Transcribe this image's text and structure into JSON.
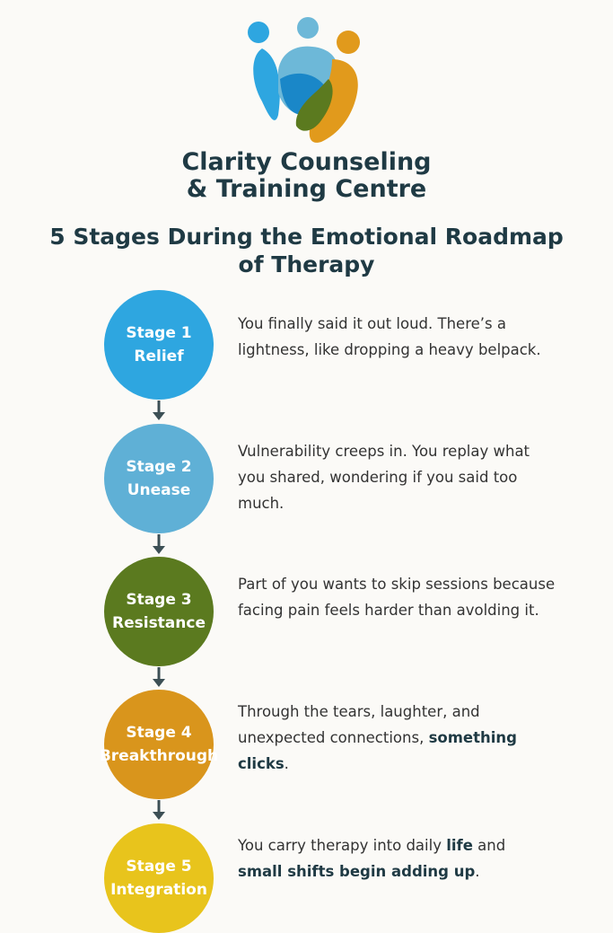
{
  "org": {
    "line1": "Clarity Counseling",
    "line2": "& Training Centre"
  },
  "title": {
    "line1": "5 Stages During the Emotional Roadmap",
    "line2": "of Therapy"
  },
  "stages": [
    {
      "num": "Stage 1",
      "name": "Relief",
      "color": "#2ea6e0",
      "desc_lines": [
        [
          {
            "text": "You finally said it out loud. There’s a"
          }
        ],
        [
          {
            "text": "lightness, like dropping a heavy belpack."
          }
        ]
      ]
    },
    {
      "num": "Stage 2",
      "name": "Unease",
      "color": "#5fb0d6",
      "desc_lines": [
        [
          {
            "text": "Vulnerability creeps in. You replay what"
          }
        ],
        [
          {
            "text": "you shared, wondering if you said too"
          }
        ],
        [
          {
            "text": "much."
          }
        ]
      ]
    },
    {
      "num": "Stage 3",
      "name": "Resistance",
      "color": "#5b7a1f",
      "desc_lines": [
        [
          {
            "text": "Part of you wants to skip sessions because"
          }
        ],
        [
          {
            "text": "facing pain feels harder than avolding it."
          }
        ]
      ]
    },
    {
      "num": "Stage 4",
      "name": "Breakthrough",
      "color": "#d9951c",
      "desc_lines": [
        [
          {
            "text": "Through the tears, laughter, and"
          }
        ],
        [
          {
            "text": "unexpected connections, "
          },
          {
            "text": "something",
            "bold": true
          }
        ],
        [
          {
            "text": "clicks",
            "bold": true
          },
          {
            "text": "."
          }
        ]
      ]
    },
    {
      "num": "Stage 5",
      "name": "Integration",
      "color": "#e8c41c",
      "desc_lines": [
        [
          {
            "text": "You carry therapy into daily "
          },
          {
            "text": "life",
            "bold": true
          },
          {
            "text": " and"
          }
        ],
        [
          {
            "text": "small shifts begin adding up",
            "bold": true
          },
          {
            "text": "."
          }
        ]
      ]
    }
  ],
  "colors": {
    "arrow": "#3c4f55",
    "heading": "#1f3a44"
  }
}
